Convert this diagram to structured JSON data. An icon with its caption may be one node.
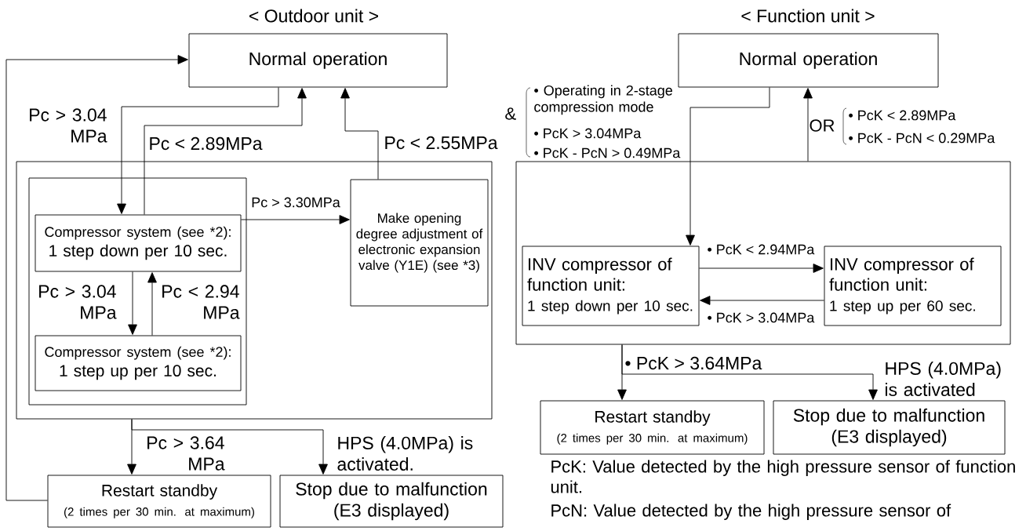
{
  "diagram": {
    "nodes": [
      {
        "text": [
          "Normal operation"
        ]
      },
      {
        "text": [],
        "shape": "box"
      },
      {
        "text": [],
        "shape": "box",
        "in": 1
      },
      {
        "text": [
          "Compressor system (see *2):",
          "1 step down per 10 sec."
        ],
        "in": 2
      },
      {
        "text": [
          "Compressor system (see *2):",
          "1 step up per 10 sec."
        ],
        "in": 2
      },
      {
        "text": [
          "Make opening degree adjustment of electronic expansion valve (Y1E) (see *3)"
        ],
        "in": 1
      },
      {
        "text": [
          "Restart standby",
          "(2 times per 30 min. at maximum)"
        ]
      },
      {
        "text": [
          "Stop due to malfunction",
          "(E3 displayed)"
        ]
      },
      {
        "text": [
          "Normal operation"
        ]
      },
      {
        "text": [],
        "shape": "box"
      },
      {
        "text": [
          "INV compressor of function unit:",
          "1 step down per 10 sec."
        ],
        "in": 9
      },
      {
        "text": [
          "INV compressor of function unit:",
          "1 step up per 60 sec."
        ],
        "in": 9
      },
      {
        "text": [
          "Restart standby",
          "(2 times per 30 min. at maximum)"
        ]
      },
      {
        "text": [
          "Stop due to malfunction",
          "(E3 displayed)"
        ]
      }
    ],
    "edges": [
      {
        "from": 0,
        "to": 3,
        "arrow": "to",
        "label": "Pc > 3.04 MPa"
      },
      {
        "from": 3,
        "to": 0,
        "arrow": "to",
        "label": "Pc < 2.89MPa"
      },
      {
        "from": 5,
        "to": 0,
        "arrow": "to",
        "label": "Pc < 2.55MPa"
      },
      {
        "from": 3,
        "to": 5,
        "arrow": "to",
        "label": "Pc > 3.30MPa"
      },
      {
        "from": 3,
        "to": 4,
        "arrow": "to",
        "label": "Pc > 3.04 MPa"
      },
      {
        "from": 4,
        "to": 3,
        "arrow": "to",
        "label": "Pc < 2.94 MPa"
      },
      {
        "from": 1,
        "to": 6,
        "arrow": "to",
        "label": "Pc > 3.64 MPa"
      },
      {
        "from": 1,
        "to": 7,
        "arrow": "to",
        "label": "HPS (4.0MPa) is activated."
      },
      {
        "from": 6,
        "to": 0,
        "arrow": "to"
      },
      {
        "from": 8,
        "to": 10,
        "arrow": "to"
      },
      {
        "from": 9,
        "to": 8,
        "arrow": "to"
      },
      {
        "from": 10,
        "to": 11,
        "arrow": "to",
        "label": "• PcK < 2.94MPa"
      },
      {
        "from": 11,
        "to": 10,
        "arrow": "to",
        "label": "• PcK > 3.04MPa"
      },
      {
        "from": 9,
        "to": 12,
        "arrow": "to",
        "label": "• PcK > 3.64MPa"
      },
      {
        "from": 9,
        "to": 13,
        "arrow": "to",
        "label": "HPS (4.0MPa) is activated"
      }
    ],
    "labels": [
      "< Outdoor unit >",
      "< Function unit >",
      "&",
      "• Operating in 2-stage compression mode",
      "• PcK > 3.04MPa",
      "• PcK - PcN > 0.49MPa",
      "OR",
      "• PcK < 2.89MPa",
      "• PcK - PcN < 0.29MPa",
      "PcK: Value detected by the high pressure sensor of function unit.",
      "PcN: Value detected by the high pressure sensor of"
    ]
  }
}
